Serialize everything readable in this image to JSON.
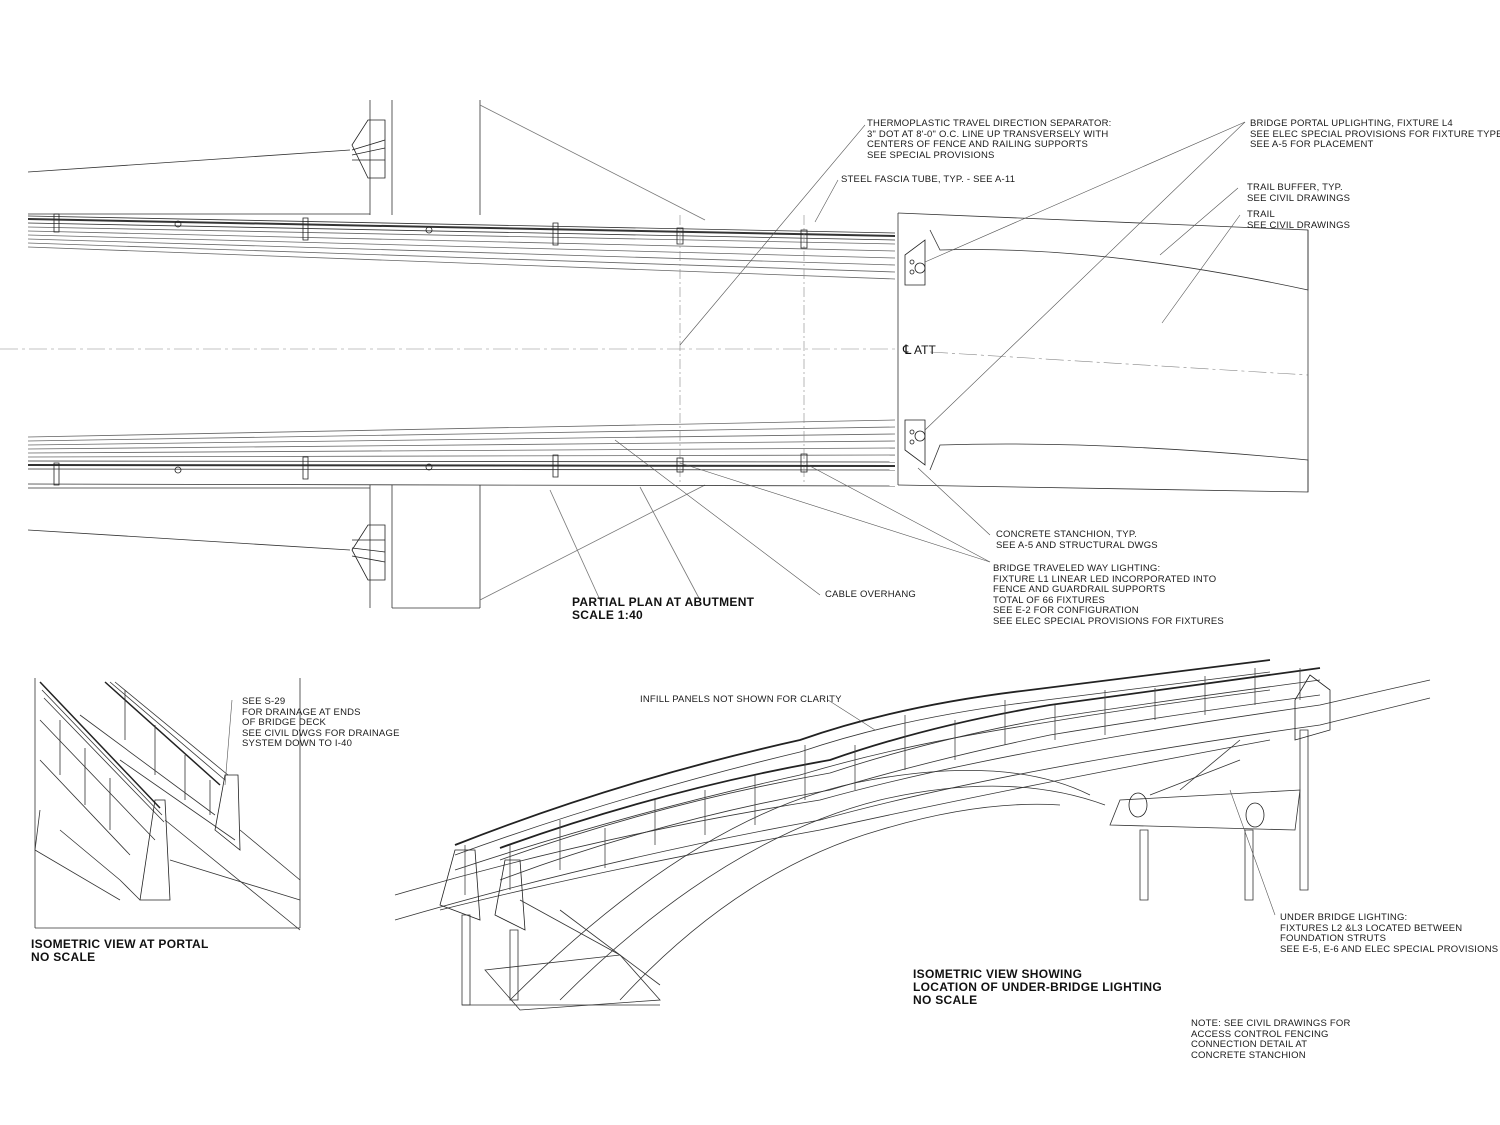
{
  "colors": {
    "line": "#333333",
    "leader": "#555555",
    "background": "#ffffff"
  },
  "plan": {
    "title": [
      "PARTIAL PLAN AT ABUTMENT",
      "SCALE 1:40"
    ],
    "centerline_label": "ATT",
    "notes": {
      "separator": [
        "THERMOPLASTIC TRAVEL DIRECTION SEPARATOR:",
        "3\" DOT AT 8'-0\" O.C. LINE UP TRANSVERSELY WITH",
        "CENTERS OF FENCE AND RAILING SUPPORTS",
        "SEE SPECIAL PROVISIONS"
      ],
      "fascia": [
        "STEEL FASCIA TUBE, TYP. - SEE A-11"
      ],
      "uplighting": [
        "BRIDGE PORTAL UPLIGHTING, FIXTURE L4",
        "SEE ELEC SPECIAL PROVISIONS FOR FIXTURE TYPE",
        "SEE A-5 FOR PLACEMENT"
      ],
      "trail_buffer": [
        "TRAIL BUFFER, TYP.",
        "SEE CIVIL DRAWINGS"
      ],
      "trail": [
        "TRAIL",
        "SEE CIVIL DRAWINGS"
      ],
      "stanchion": [
        "CONCRETE STANCHION, TYP.",
        "SEE A-5 AND STRUCTURAL DWGS"
      ],
      "traveled_way": [
        "BRIDGE TRAVELED WAY LIGHTING:",
        "FIXTURE L1 LINEAR LED INCORPORATED INTO",
        "FENCE AND GUARDRAIL SUPPORTS",
        "TOTAL OF 66 FIXTURES",
        "SEE E-2 FOR CONFIGURATION",
        "SEE ELEC SPECIAL PROVISIONS FOR FIXTURES"
      ],
      "cable": [
        "CABLE OVERHANG"
      ]
    }
  },
  "portal": {
    "title": [
      "ISOMETRIC VIEW AT PORTAL",
      "NO SCALE"
    ],
    "note": [
      "SEE S-29",
      "FOR DRAINAGE AT ENDS",
      "OF BRIDGE DECK",
      "SEE CIVIL DWGS FOR DRAINAGE",
      "SYSTEM DOWN TO I-40"
    ]
  },
  "iso": {
    "title": [
      "ISOMETRIC VIEW SHOWING",
      "LOCATION OF UNDER-BRIDGE LIGHTING",
      "NO SCALE"
    ],
    "infill_note": [
      "INFILL PANELS NOT SHOWN FOR CLARITY"
    ],
    "under_lighting": [
      "UNDER BRIDGE LIGHTING:",
      "FIXTURES L2 &L3 LOCATED BETWEEN",
      "FOUNDATION STRUTS",
      "SEE E-5, E-6 AND ELEC SPECIAL PROVISIONS"
    ]
  },
  "general_note": [
    "NOTE: SEE CIVIL DRAWINGS FOR",
    "ACCESS CONTROL FENCING",
    "CONNECTION DETAIL AT",
    "CONCRETE STANCHION"
  ]
}
